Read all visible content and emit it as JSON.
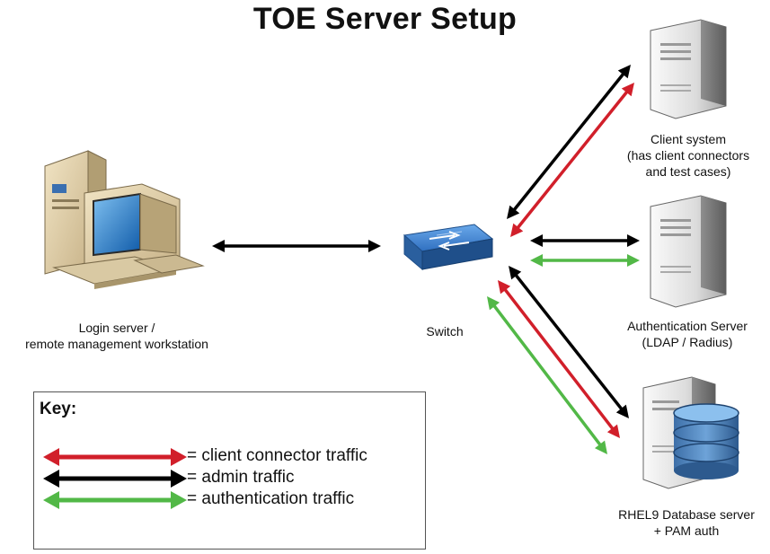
{
  "title": "TOE Server Setup",
  "colors": {
    "client_connector": "#d11f2a",
    "admin": "#000000",
    "authentication": "#52b847",
    "switch": "#3b7fd0"
  },
  "nodes": {
    "login": {
      "lines": [
        "Login server /",
        "remote management workstation"
      ],
      "icon": "desktop-computer-icon"
    },
    "switch": {
      "lines": [
        "Switch"
      ],
      "icon": "network-switch-icon"
    },
    "client": {
      "lines": [
        "Client system",
        "(has client connectors",
        "and test cases)"
      ],
      "icon": "server-tower-icon"
    },
    "auth": {
      "lines": [
        "Authentication Server",
        "(LDAP / Radius)"
      ],
      "icon": "server-tower-icon"
    },
    "db": {
      "lines": [
        "RHEL9 Database server",
        "+ PAM auth"
      ],
      "icon": "database-server-icon"
    }
  },
  "key": {
    "title": "Key:",
    "items": [
      {
        "color": "#d11f2a",
        "text": "= client connector traffic"
      },
      {
        "color": "#000000",
        "text": "= admin traffic"
      },
      {
        "color": "#52b847",
        "text": "= authentication traffic"
      }
    ]
  }
}
